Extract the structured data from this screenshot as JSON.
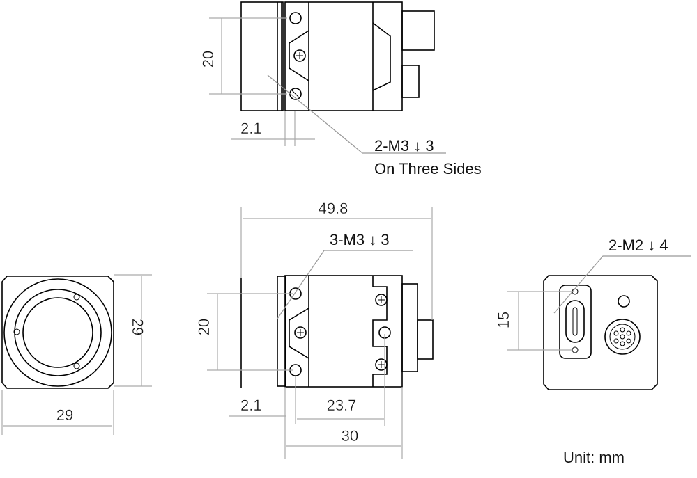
{
  "drawing": {
    "type": "mechanical dimension drawing",
    "unit_label": "Unit: mm",
    "views": {
      "top_view": {
        "dimensions": {
          "height": "20",
          "flange_offset": "2.1"
        },
        "callout_line1": "2-M3 ↓ 3",
        "callout_line2": "On Three Sides"
      },
      "front_view": {
        "width": "29",
        "height": "29"
      },
      "side_view": {
        "overall_length": "49.8",
        "callout": "3-M3 ↓ 3",
        "hole_spacing": "20",
        "flange_offset": "2.1",
        "hole_to_hole": "23.7",
        "body_length": "30"
      },
      "rear_view": {
        "callout": "2-M2 ↓ 4",
        "hole_spacing": "15",
        "connectors": [
          "usb-port",
          "io-connector"
        ]
      }
    }
  }
}
